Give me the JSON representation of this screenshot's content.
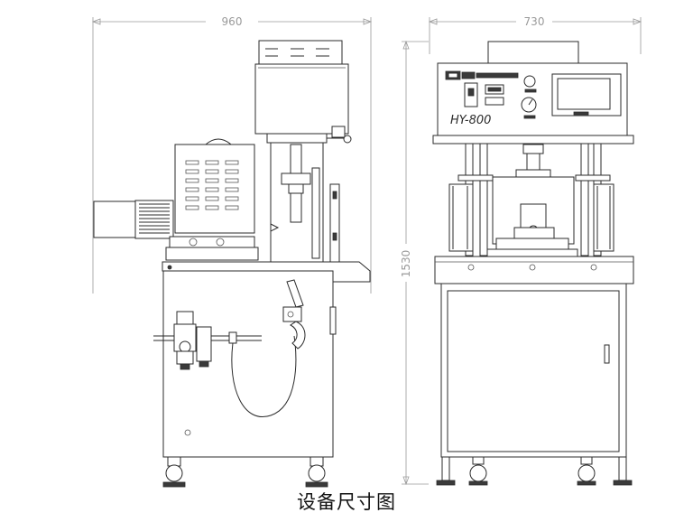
{
  "dimensions": {
    "side_width": "960",
    "front_width": "730",
    "height": "1530"
  },
  "machine": {
    "model": "HY-800"
  },
  "caption": "设备尺寸图"
}
